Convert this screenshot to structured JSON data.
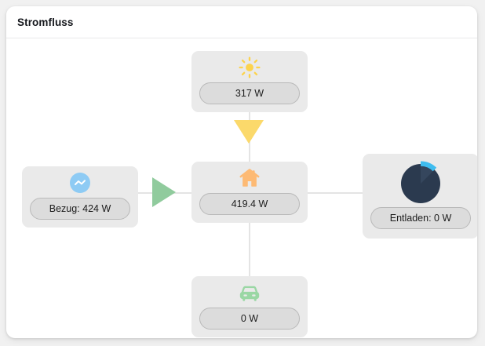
{
  "card": {
    "title": "Stromfluss"
  },
  "nodes": {
    "solar": {
      "name": "solar",
      "icon": "sun-icon",
      "value": "317 W",
      "color": "#fcd34d"
    },
    "grid": {
      "name": "grid",
      "icon": "grid-power-icon",
      "value": "Bezug: 424 W",
      "color": "#8ecbf4"
    },
    "house": {
      "name": "house",
      "icon": "home-icon",
      "value": "419.4 W",
      "color": "#fdba74"
    },
    "battery": {
      "name": "battery",
      "icon": "battery-donut-icon",
      "value": "Entladen: 0 W",
      "color": "#2b3a4f",
      "accent": "#3fbdf0",
      "charge_percent": 13
    },
    "car": {
      "name": "car",
      "icon": "car-icon",
      "value": "0 W",
      "color": "#9ad7a4"
    }
  },
  "flows": [
    {
      "id": "solar-to-house",
      "direction": "down",
      "active": true,
      "color": "#fbd96b"
    },
    {
      "id": "grid-to-house",
      "direction": "right",
      "active": true,
      "color": "#90cb9d"
    },
    {
      "id": "house-to-battery",
      "direction": "none",
      "active": false,
      "color": "#e4e4e4"
    },
    {
      "id": "house-to-car",
      "direction": "none",
      "active": false,
      "color": "#e4e4e4"
    }
  ]
}
